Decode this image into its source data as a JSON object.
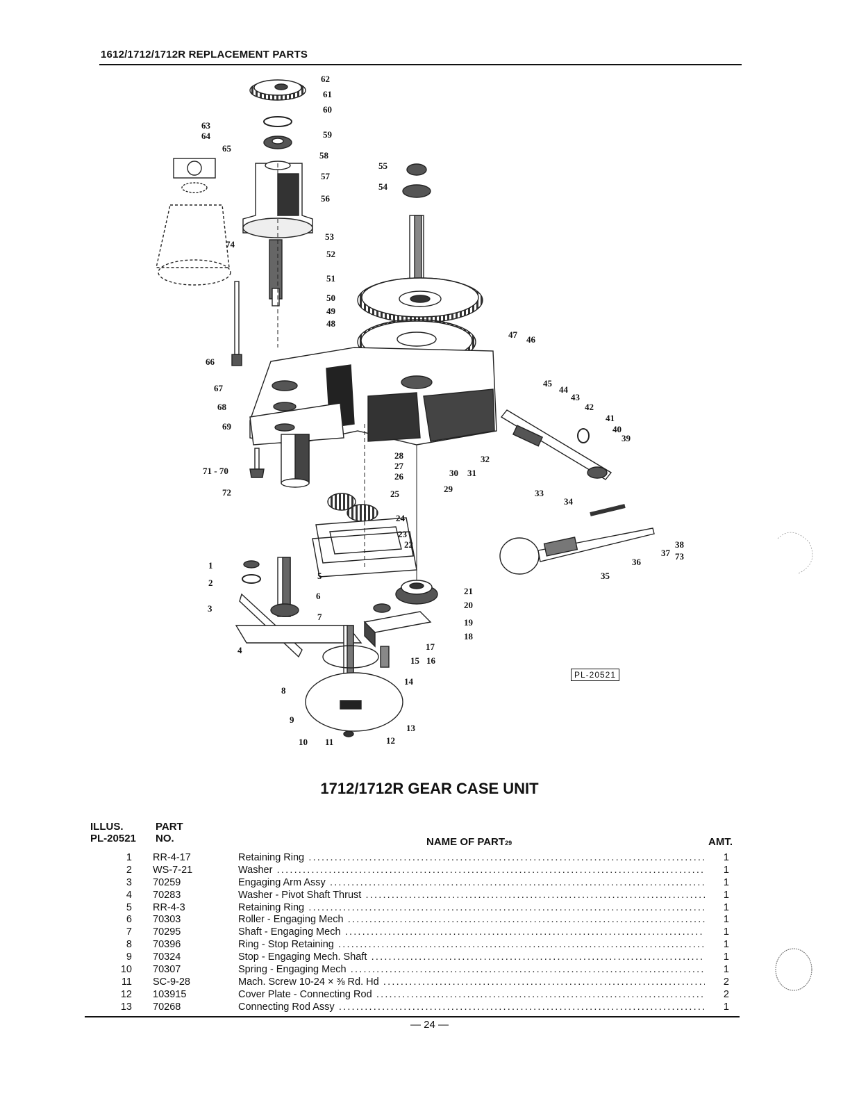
{
  "header": {
    "title": "1612/1712/1712R REPLACEMENT PARTS"
  },
  "diagram": {
    "plate_ref": "PL-20521",
    "callouts": [
      "1",
      "2",
      "3",
      "4",
      "5",
      "6",
      "7",
      "8",
      "9",
      "10",
      "11",
      "12",
      "13",
      "14",
      "15",
      "16",
      "17",
      "18",
      "19",
      "20",
      "21",
      "22",
      "23",
      "24",
      "25",
      "26",
      "27",
      "28",
      "29",
      "30",
      "31",
      "32",
      "33",
      "34",
      "35",
      "36",
      "37",
      "38",
      "39",
      "40",
      "41",
      "42",
      "43",
      "44",
      "45",
      "46",
      "47",
      "48",
      "49",
      "50",
      "51",
      "52",
      "53",
      "54",
      "55",
      "56",
      "57",
      "58",
      "59",
      "60",
      "61",
      "62",
      "63",
      "64",
      "65",
      "66",
      "67",
      "68",
      "69",
      "71 - 70",
      "72",
      "73",
      "74"
    ]
  },
  "section_title": "1712/1712R GEAR CASE UNIT",
  "table": {
    "col_illus": [
      "ILLUS.",
      "PL-20521"
    ],
    "col_part": [
      "PART",
      "NO."
    ],
    "col_name": "NAME OF PART",
    "col_name_sub": "29",
    "col_amt": "AMT.",
    "rows": [
      {
        "illus": "1",
        "part_no": "RR-4-17",
        "name": "Retaining Ring",
        "amt": "1"
      },
      {
        "illus": "2",
        "part_no": "WS-7-21",
        "name": "Washer",
        "amt": "1"
      },
      {
        "illus": "3",
        "part_no": "70259",
        "name": "Engaging Arm Assy",
        "amt": "1"
      },
      {
        "illus": "4",
        "part_no": "70283",
        "name": "Washer - Pivot Shaft Thrust",
        "amt": "1"
      },
      {
        "illus": "5",
        "part_no": "RR-4-3",
        "name": "Retaining Ring",
        "amt": "1"
      },
      {
        "illus": "6",
        "part_no": "70303",
        "name": "Roller - Engaging Mech",
        "amt": "1"
      },
      {
        "illus": "7",
        "part_no": "70295",
        "name": "Shaft - Engaging Mech",
        "amt": "1"
      },
      {
        "illus": "8",
        "part_no": "70396",
        "name": "Ring - Stop Retaining",
        "amt": "1"
      },
      {
        "illus": "9",
        "part_no": "70324",
        "name": "Stop - Engaging Mech. Shaft",
        "amt": "1"
      },
      {
        "illus": "10",
        "part_no": "70307",
        "name": "Spring - Engaging Mech",
        "amt": "1"
      },
      {
        "illus": "11",
        "part_no": "SC-9-28",
        "name": "Mach. Screw 10-24 × ⅜ Rd. Hd",
        "amt": "2"
      },
      {
        "illus": "12",
        "part_no": "103915",
        "name": "Cover Plate - Connecting Rod",
        "amt": "2"
      },
      {
        "illus": "13",
        "part_no": "70268",
        "name": "Connecting Rod Assy",
        "amt": "1"
      }
    ]
  },
  "footer": {
    "page": "— 24 —"
  }
}
